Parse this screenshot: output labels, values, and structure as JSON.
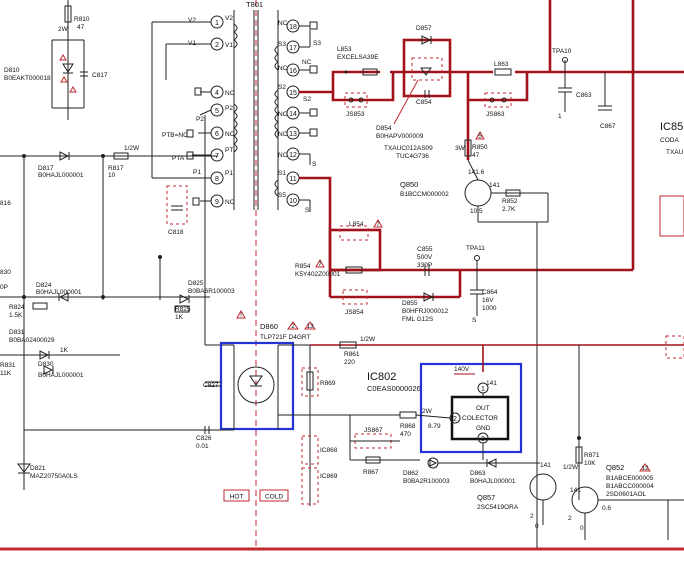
{
  "colors": {
    "wire": "#222222",
    "highlight_wire": "#a1121a",
    "highlight_box": "#2433d6",
    "safety_mark": "#c0292f"
  },
  "transformer": {
    "ref": "T801",
    "left_pins": [
      {
        "num": "1",
        "label": "V2"
      },
      {
        "num": "2",
        "label": "V1"
      },
      {
        "num": "4",
        "label": "NC"
      },
      {
        "num": "5",
        "label": "P2"
      },
      {
        "num": "6",
        "label": "NC"
      },
      {
        "num": "7",
        "label": "PT"
      },
      {
        "num": "8",
        "label": "P1"
      },
      {
        "num": "9",
        "label": "NC"
      }
    ],
    "right_pins": [
      {
        "num": "18",
        "label": "NC"
      },
      {
        "num": "17",
        "label": "S3"
      },
      {
        "num": "16",
        "label": "NC"
      },
      {
        "num": "15",
        "label": "S2"
      },
      {
        "num": "14",
        "label": "NC"
      },
      {
        "num": "13",
        "label": "NC"
      },
      {
        "num": "12",
        "label": "NC"
      },
      {
        "num": "11",
        "label": "S1"
      },
      {
        "num": "10",
        "label": "S5"
      }
    ],
    "outer_left_labels": [
      "V2",
      "V1",
      "P2",
      "PTB=NC",
      "PTA",
      "P1"
    ],
    "outer_right_labels": [
      "S3",
      "NC",
      "S2",
      "S",
      "S"
    ],
    "s_label": "S"
  },
  "components": {
    "r810": {
      "ref": "R810",
      "value": "47",
      "power": "2W"
    },
    "d810": {
      "ref": "D810",
      "part": "B0EAKT000018"
    },
    "c817": {
      "ref": "C817"
    },
    "d817": {
      "ref": "D817",
      "part": "B0HAJL000001"
    },
    "r817": {
      "ref": "R817",
      "value": "10",
      "power": "1/2W"
    },
    "c818": {
      "ref": "C818"
    },
    "l853": {
      "ref": "L853",
      "part": "EXCELSA39E"
    },
    "js853": {
      "ref": "JS853"
    },
    "d857": {
      "ref": "D857"
    },
    "c854": {
      "ref": "C854"
    },
    "d854": {
      "ref": "D854",
      "part": "B0HAPV000009",
      "alt1": "TXAUC012AS09",
      "alt2": "TUC4G736"
    },
    "l863": {
      "ref": "L863"
    },
    "js863": {
      "ref": "JS863"
    },
    "tpa10": {
      "ref": "TPA10"
    },
    "c863": {
      "ref": "C863"
    },
    "c867": {
      "ref": "C867"
    },
    "r850": {
      "ref": "R850",
      "value": "47",
      "power": "3W"
    },
    "q850": {
      "ref": "Q850",
      "part": "B1BCCM000002",
      "v1": "141.6",
      "v2": "141",
      "v3": "10.5"
    },
    "r852": {
      "ref": "R852",
      "value": "2.7K"
    },
    "l854": {
      "ref": "L854"
    },
    "r854": {
      "ref": "R854",
      "part": "K5Y402Z00001"
    },
    "js854": {
      "ref": "JS854"
    },
    "c855": {
      "ref": "C855",
      "rating": "500V",
      "value": "330P"
    },
    "tpa11": {
      "ref": "TPA11"
    },
    "c864": {
      "ref": "C864",
      "rating": "16V",
      "value": "1000"
    },
    "d855": {
      "ref": "D855",
      "part": "B0HFRJ000012",
      "alt": "FML G12S"
    },
    "d824": {
      "ref": "D824",
      "part": "B0HAJL000001"
    },
    "r824": {
      "ref": "R824",
      "value": "1.5K"
    },
    "d831": {
      "ref": "D831",
      "part": "B0BA02400029"
    },
    "r831": {
      "ref": "R831",
      "value": "11K",
      "power": "1K"
    },
    "d830": {
      "ref": "D830",
      "part": "B0HAJL000001"
    },
    "c830": {
      "ref": "C830",
      "value_fragment": "0P"
    },
    "d825": {
      "ref": "D825",
      "part": "B0BA6R100003"
    },
    "r825": {
      "ref": "R825",
      "value": "1K"
    },
    "d860": {
      "ref": "D860",
      "part": "TLP721F D4GRT"
    },
    "r861": {
      "ref": "R861",
      "value": "220",
      "power": "1/2W"
    },
    "c827": {
      "ref": "C827"
    },
    "c826": {
      "ref": "C826",
      "value": "0.01"
    },
    "r869": {
      "ref": "R869"
    },
    "ic868": {
      "ref": "IC868"
    },
    "ic869": {
      "ref": "IC869"
    },
    "js867": {
      "ref": "JS867"
    },
    "r868": {
      "ref": "R868",
      "value": "470"
    },
    "r867": {
      "ref": "R867"
    },
    "d862": {
      "ref": "D862",
      "part": "B0BA2R100003"
    },
    "d863": {
      "ref": "D863",
      "part": "B0HAJL000001"
    },
    "q857": {
      "ref": "Q857",
      "part": "2SC5419ORA",
      "v": "141"
    },
    "r871": {
      "ref": "R871",
      "value": "10K",
      "power": "1/2W"
    },
    "q852": {
      "ref": "Q852",
      "part1": "B1ABCE000005",
      "part2": "B1ABCC000004",
      "part3": "2SD0601AOL",
      "v1": "141",
      "v2": "0.6"
    },
    "d821": {
      "ref": "D821",
      "part": "MAZ20750A0LS"
    },
    "left_fragments": {
      "a": "816",
      "b": "830",
      "c": "0P"
    }
  },
  "ic802": {
    "ref": "IC802",
    "part": "C0EAS0000026",
    "voltage": "140V",
    "pin1_value": "141",
    "pin2_value": "8.79",
    "pin_labels": [
      "OUT",
      "COLECTOR",
      "GND"
    ],
    "pins": [
      "1",
      "2",
      "3"
    ],
    "r2w": "2W"
  },
  "right_side": {
    "ic_fragment": "IC85",
    "coda_fragment": "CODA",
    "txau_fragment": "TXAU",
    "zero": "0"
  },
  "safety": {
    "marks": [
      "2",
      "3",
      "4",
      "5",
      "7",
      "8",
      "9",
      "10",
      "12",
      "13"
    ],
    "hot_label": "HOT",
    "cold_label": "COLD",
    "warning_glyph": "!"
  },
  "misc_labels": {
    "two": "2",
    "zero": "0",
    "one_hundred_forty_one": "141",
    "one": "1",
    "s": "S",
    "nc": "NC"
  }
}
